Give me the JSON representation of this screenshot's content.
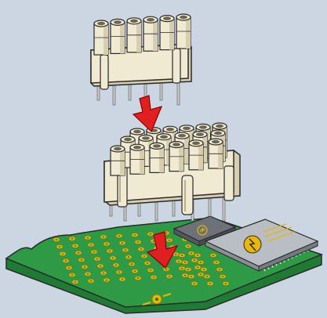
{
  "illustration": {
    "colors": {
      "background": "#cbd6e2",
      "connector_body": "#f1ead2",
      "connector_shade": "#d7ceb0",
      "connector_dark": "#b9ae8d",
      "outline": "#2a2a2a",
      "pin_metal": "#c9c9c9",
      "pcb_green": "#2f9a46",
      "pcb_green_dark": "#1f7a34",
      "pad_gold": "#e8b800",
      "arrow_red": "#e02020",
      "chip_gray": "#8a8f96",
      "chip_light": "#b9bec5"
    },
    "icons": {
      "arrow_1": "down-arrow-icon",
      "arrow_2": "down-arrow-icon",
      "chip_logo": "lightning-logo-icon"
    },
    "parts": {
      "top_connector_pin_count": 6,
      "bottom_connector_rows": 3,
      "bottom_connector_cols": 6
    }
  }
}
